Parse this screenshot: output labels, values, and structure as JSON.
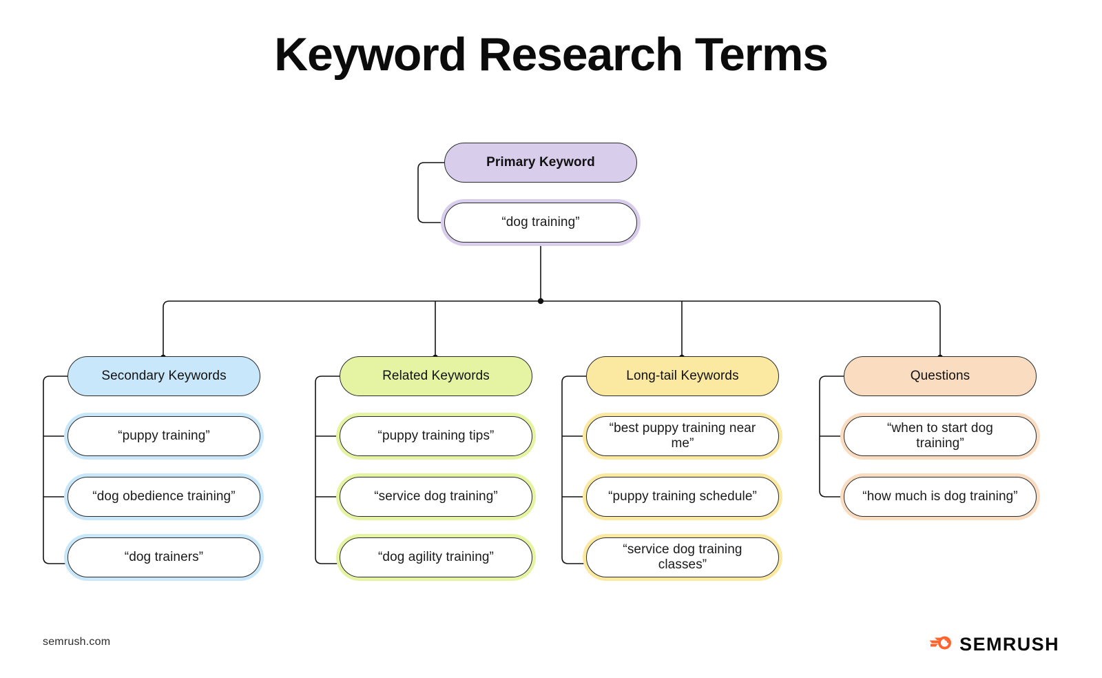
{
  "page": {
    "title": "Keyword Research Terms",
    "background": "#ffffff"
  },
  "colors": {
    "primary_purple": "#d9cdec",
    "secondary_blue": "#c9e7fa",
    "related_green": "#e4f4a3",
    "longtail_yellow": "#fbe9a2",
    "questions_peach": "#fadcc0",
    "connector": "#111111",
    "brand_orange": "#ff642d",
    "text": "#111111"
  },
  "diagram": {
    "root": {
      "header_label": "Primary Keyword",
      "value_label": "“dog training”"
    },
    "branches": [
      {
        "header_label": "Secondary Keywords",
        "color_key": "secondary_blue",
        "items": [
          "“puppy training”",
          "“dog obedience training”",
          "“dog trainers”"
        ]
      },
      {
        "header_label": "Related Keywords",
        "color_key": "related_green",
        "items": [
          "“puppy training tips”",
          "“service dog training”",
          "“dog agility training”"
        ]
      },
      {
        "header_label": "Long-tail Keywords",
        "color_key": "longtail_yellow",
        "items": [
          "“best puppy training near me”",
          "“puppy training schedule”",
          "“service dog training classes”"
        ]
      },
      {
        "header_label": "Questions",
        "color_key": "questions_peach",
        "items": [
          "“when to start dog training”",
          "“how much is dog training”"
        ]
      }
    ]
  },
  "footer": {
    "source_url": "semrush.com",
    "brand_name": "SEMRUSH",
    "brand_icon": "semrush-comet-icon"
  }
}
